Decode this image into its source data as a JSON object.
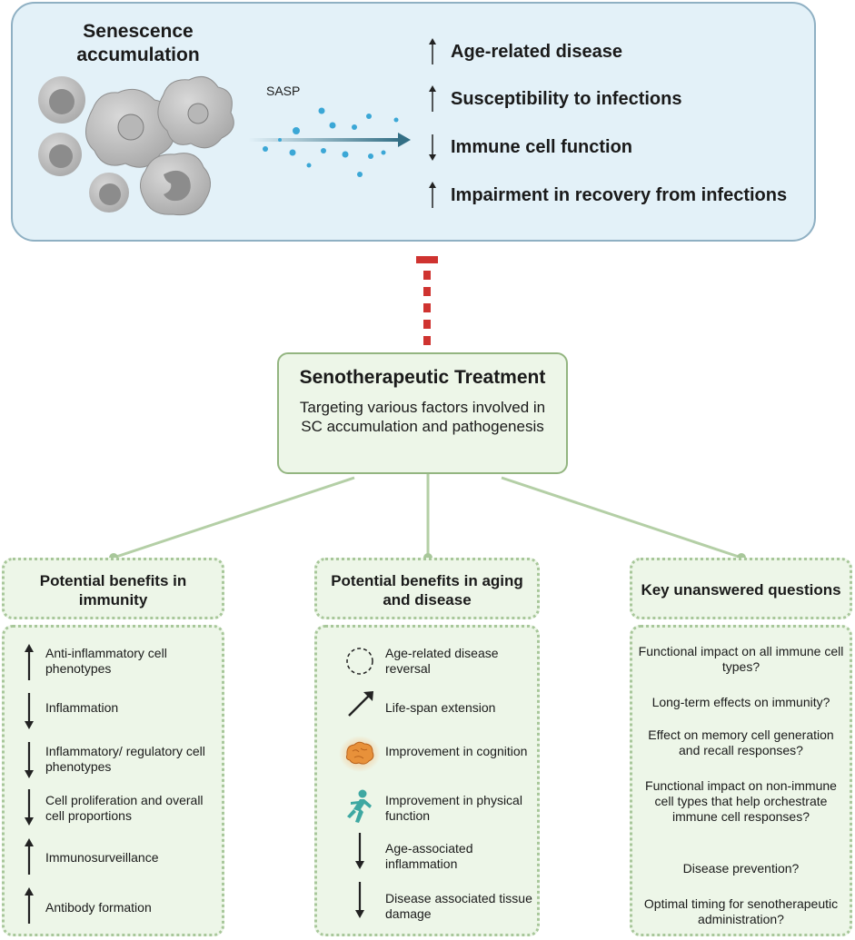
{
  "top": {
    "title": "Senescence accumulation",
    "sasp_label": "SASP",
    "effects": [
      {
        "direction": "up",
        "label": "Age-related disease"
      },
      {
        "direction": "up",
        "label": "Susceptibility to infections"
      },
      {
        "direction": "down",
        "label": "Immune cell function"
      },
      {
        "direction": "up",
        "label": "Impairment in recovery from infections"
      }
    ]
  },
  "treatment": {
    "title": "Senotherapeutic Treatment",
    "description": "Targeting various factors involved in SC accumulation and pathogenesis"
  },
  "immunity": {
    "heading": "Potential benefits in immunity",
    "items": [
      {
        "direction": "up",
        "label": "Anti-inflammatory cell phenotypes"
      },
      {
        "direction": "down",
        "label": "Inflammation"
      },
      {
        "direction": "down",
        "label": "Inflammatory/ regulatory cell phenotypes"
      },
      {
        "direction": "down",
        "label": "Cell proliferation and overall cell proportions"
      },
      {
        "direction": "up",
        "label": "Immunosurveillance"
      },
      {
        "direction": "up",
        "label": "Antibody formation"
      }
    ]
  },
  "aging": {
    "heading": "Potential benefits in aging and disease",
    "items": [
      {
        "icon": "reversal-circle-icon",
        "label": "Age-related disease reversal"
      },
      {
        "icon": "diagonal-arrow-icon",
        "label": "Life-span extension"
      },
      {
        "icon": "brain-icon",
        "label": "Improvement in cognition"
      },
      {
        "icon": "running-person-icon",
        "label": "Improvement in physical function"
      },
      {
        "icon": "down-arrow-icon",
        "label": "Age-associated inflammation"
      },
      {
        "icon": "down-arrow-icon",
        "label": "Disease associated tissue damage"
      }
    ]
  },
  "questions": {
    "heading": "Key unanswered questions",
    "items": [
      "Functional impact on all immune cell types?",
      "Long-term effects on immunity?",
      "Effect on memory cell generation and recall responses?",
      "Functional impact on non-immune cell types that help orchestrate immune cell responses?",
      "Disease prevention?",
      "Optimal timing for senotherapeutic administration?"
    ]
  },
  "colors": {
    "top_panel_bg": "#e3f1f8",
    "top_panel_border": "#8fb0c3",
    "green_bg": "#edf6e8",
    "green_border": "#93b580",
    "inhibit_red": "#cf3330",
    "sasp_arrow": "#336f85",
    "brain_orange": "#e8913a",
    "runner_teal": "#3ea8a2"
  }
}
